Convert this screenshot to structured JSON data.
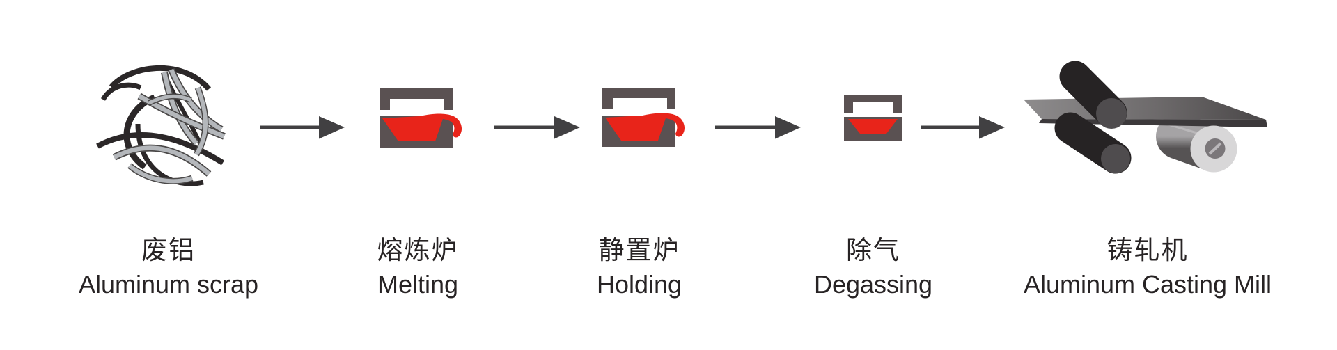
{
  "diagram": {
    "kind": "process-flow",
    "direction": "left-to-right",
    "arrow_count": 4
  },
  "steps": [
    {
      "zh": "废铝",
      "en": "Aluminum scrap",
      "icon": "aluminum-scrap-icon"
    },
    {
      "zh": "熔炼炉",
      "en": "Melting",
      "icon": "melting-furnace-icon"
    },
    {
      "zh": "静置炉",
      "en": "Holding",
      "icon": "holding-furnace-icon"
    },
    {
      "zh": "除气",
      "en": "Degassing",
      "icon": "degassing-furnace-icon"
    },
    {
      "zh": "铸轧机",
      "en": "Aluminum Casting Mill",
      "icon": "casting-mill-icon"
    }
  ],
  "colors": {
    "background": "#ffffff",
    "accent-red": "#e8241a",
    "furnace-dark": "#5a5152",
    "arrow-dark": "#414042",
    "text-dark": "#272324",
    "roller-dark": "#262324",
    "roller-cap": "#4f4c4e",
    "coil-face": "#d8d7d8",
    "scrap-dark": "#2b2728",
    "scrap-under": "#4a4848",
    "scrap-silver": "#b4b7bb"
  }
}
